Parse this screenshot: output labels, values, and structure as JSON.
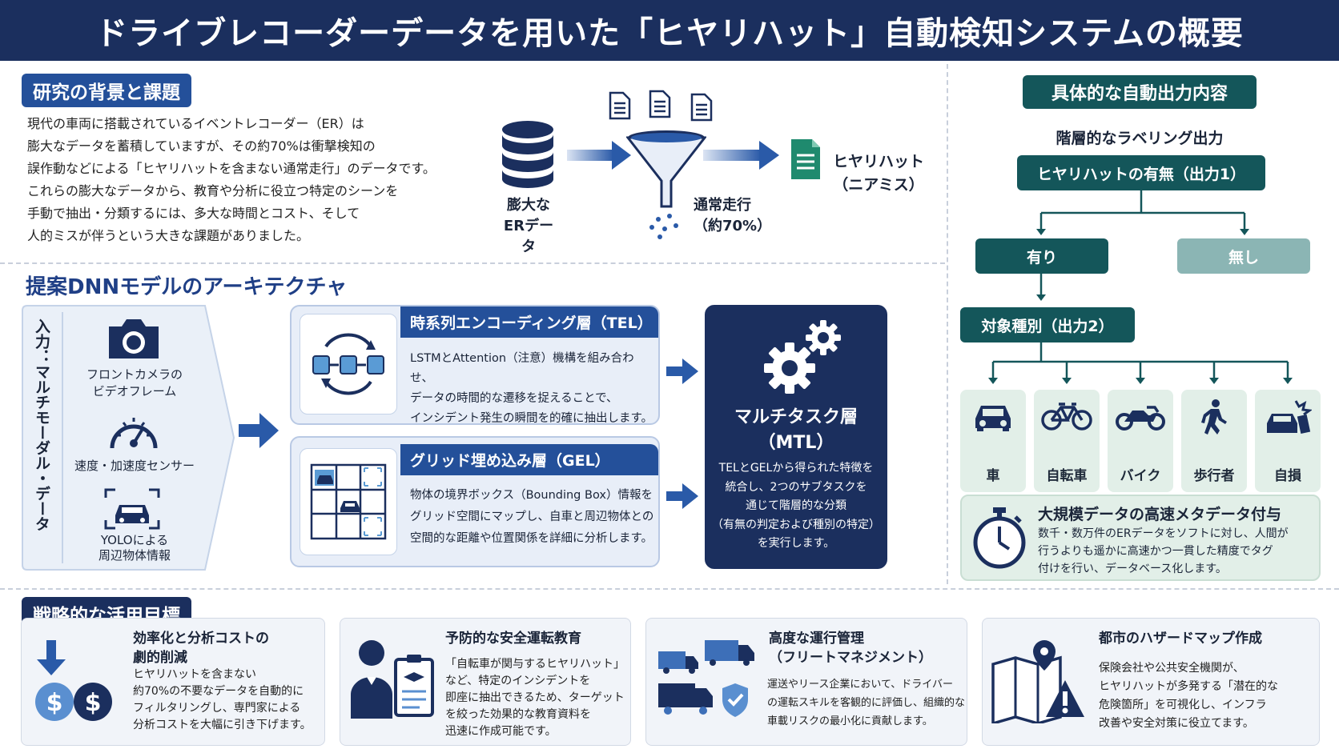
{
  "title": "ドライブレコーダーデータを用いた「ヒヤリハット」自動検知システムの概要",
  "background": {
    "heading": "研究の背景と課題",
    "lines": [
      "現代の車両に搭載されているイベントレコーダー（ER）は",
      "膨大なデータを蓄積していますが、その約70%は衝撃検知の",
      "誤作動などによる「ヒヤリハットを含まない通常走行」のデータです。",
      "これらの膨大なデータから、教育や分析に役立つ特定のシーンを",
      "手動で抽出・分類するには、多大な時間とコスト、そして",
      "人的ミスが伴うという大きな課題がありました。"
    ],
    "flow": {
      "source_line1": "膨大な",
      "source_line2": "ERデータ",
      "normal_line1": "通常走行",
      "normal_line2": "（約70%）",
      "result_line1": "ヒヤリハット",
      "result_line2": "（ニアミス）"
    }
  },
  "architecture": {
    "heading": "提案DNNモデルのアーキテクチャ",
    "input_label": "入力：マルチモーダル・データ",
    "inputs": [
      {
        "line1": "フロントカメラの",
        "line2": "ビデオフレーム",
        "icon": "camera-icon"
      },
      {
        "line1": "速度・加速度センサー",
        "line2": "",
        "icon": "speedometer-icon"
      },
      {
        "line1": "YOLOによる",
        "line2": "周辺物体情報",
        "icon": "car-detection-icon"
      }
    ],
    "tel": {
      "title": "時系列エンコーディング層（TEL）",
      "lines": [
        "LSTMとAttention（注意）機構を組み合わせ、",
        "データの時間的な遷移を捉えることで、",
        "インシデント発生の瞬間を的確に抽出します。"
      ]
    },
    "gel": {
      "title": "グリッド埋め込み層（GEL）",
      "lines": [
        "物体の境界ボックス（Bounding Box）情報を",
        "グリッド空間にマップし、自車と周辺物体との",
        "空間的な距離や位置関係を詳細に分析します。"
      ]
    },
    "mtl": {
      "title_line1": "マルチタスク層",
      "title_line2": "（MTL）",
      "lines": [
        "TELとGELから得られた特徴を",
        "統合し、2つのサブタスクを",
        "通じて階層的な分類",
        "（有無の判定および種別の特定）",
        "を実行します。"
      ]
    }
  },
  "output": {
    "heading": "具体的な自動出力内容",
    "subheading": "階層的なラベリング出力",
    "level1": "ヒヤリハットの有無（出力1）",
    "yes": "有り",
    "no": "無し",
    "level2": "対象種別（出力2）",
    "categories": [
      {
        "label": "車",
        "icon": "car-icon"
      },
      {
        "label": "自転車",
        "icon": "bicycle-icon"
      },
      {
        "label": "バイク",
        "icon": "motorcycle-icon"
      },
      {
        "label": "歩行者",
        "icon": "pedestrian-icon"
      },
      {
        "label": "自損",
        "icon": "crash-icon"
      }
    ],
    "meta": {
      "title": "大規模データの高速メタデータ付与",
      "lines": [
        "数千・数万件のERデータをソフトに対し、人間が",
        "行うよりも遥かに高速かつ一貫した精度でタグ",
        "付けを行い、データベース化します。"
      ]
    }
  },
  "goals": {
    "heading": "戦略的な活用目標",
    "cards": [
      {
        "title_lines": [
          "効率化と分析コストの",
          "劇的削減"
        ],
        "lines": [
          "ヒヤリハットを含まない",
          "約70%の不要なデータを自動的に",
          "フィルタリングし、専門家による",
          "分析コストを大幅に引き下げます。"
        ],
        "icon": "cost-reduction-icon"
      },
      {
        "title_lines": [
          "予防的な安全運転教育"
        ],
        "lines": [
          "「自転車が関与するヒヤリハット」",
          "など、特定のインシデントを",
          "即座に抽出できるため、ターゲット",
          "を絞った効果的な教育資料を",
          "迅速に作成可能です。"
        ],
        "icon": "instructor-icon"
      },
      {
        "title_lines": [
          "高度な運行管理",
          "（フリートマネジメント）"
        ],
        "lines": [
          "運送やリース企業において、ドライバー",
          "の運転スキルを客観的に評価し、組織的な",
          "車載リスクの最小化に貢献します。"
        ],
        "icon": "fleet-icon"
      },
      {
        "title_lines": [
          "都市のハザードマップ作成"
        ],
        "lines": [
          "保険会社や公共安全機関が、",
          "ヒヤリハットが多発する「潜在的な",
          "危険箇所」を可視化し、インフラ",
          "改善や安全対策に役立てます。"
        ],
        "icon": "hazard-map-icon"
      }
    ]
  }
}
